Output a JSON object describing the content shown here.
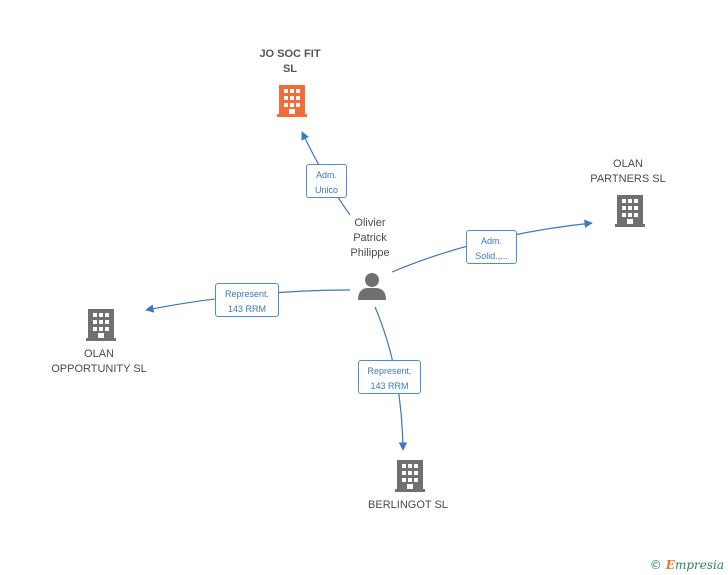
{
  "colors": {
    "highlight": "#f26d38",
    "building": "#707070",
    "edge": "#3a78c2",
    "person": "#707070"
  },
  "person": {
    "label": "Olivier\nPatrick\nPhilippe",
    "icon": "person-icon"
  },
  "companies": [
    {
      "id": "jo-soc-fit",
      "label": "JO SOC FIT\nSL",
      "icon": "building-icon",
      "highlight": true
    },
    {
      "id": "olan-partners",
      "label": "OLAN\nPARTNERS SL",
      "icon": "building-icon",
      "highlight": false
    },
    {
      "id": "olan-opportunity",
      "label": "OLAN\nOPPORTUNITY SL",
      "icon": "building-icon",
      "highlight": false
    },
    {
      "id": "berlingot",
      "label": "BERLINGOT SL",
      "icon": "building-icon",
      "highlight": false
    }
  ],
  "relations": [
    {
      "to": "jo-soc-fit",
      "label": "Adm.\nUnico"
    },
    {
      "to": "olan-partners",
      "label": "Adm.\nSolid.,..."
    },
    {
      "to": "olan-opportunity",
      "label": "Represent.\n143 RRM"
    },
    {
      "to": "berlingot",
      "label": "Represent.\n143 RRM"
    }
  ],
  "footer": {
    "copyright_symbol": "©",
    "brand_initial": "E",
    "brand_rest": "mpresia"
  }
}
